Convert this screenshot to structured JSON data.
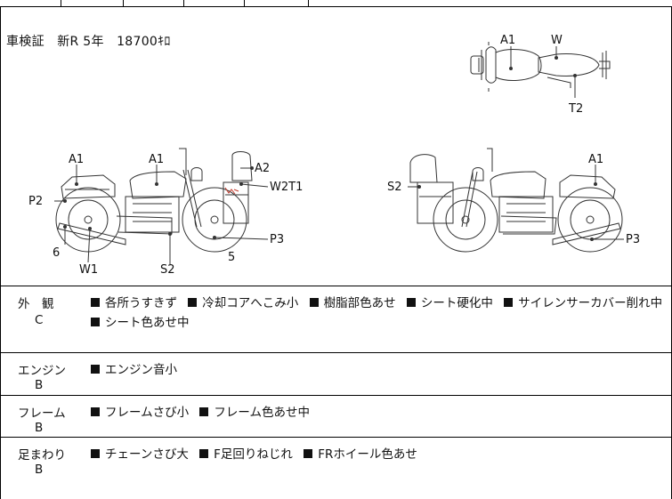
{
  "vehicle_info": "車検証　新R 5年　18700ｷﾛ",
  "diagram_labels": {
    "top_a1": "A1",
    "top_w": "W",
    "top_t2": "T2",
    "left_a1_rear": "A1",
    "left_a1_tank": "A1",
    "left_a2": "A2",
    "left_w2t1": "W2T1",
    "left_p2": "P2",
    "left_p3": "P3",
    "left_6": "6",
    "left_w1": "W1",
    "left_s2": "S2",
    "left_5": "5",
    "right_s2": "S2",
    "right_a1": "A1",
    "right_p3": "P3"
  },
  "sections": [
    {
      "label": "外　観",
      "grade": "C",
      "lines": [
        [
          "各所うすきず",
          "冷却コアへこみ小",
          "樹脂部色あせ",
          "シート硬化中",
          "サイレンサーカバー削れ中"
        ],
        [
          "シート色あせ中"
        ]
      ]
    },
    {
      "label": "エンジン",
      "grade": "B",
      "lines": [
        [
          "エンジン音小"
        ]
      ]
    },
    {
      "label": "フレーム",
      "grade": "B",
      "lines": [
        [
          "フレームさび小",
          "フレーム色あせ中"
        ]
      ]
    },
    {
      "label": "足まわり",
      "grade": "B",
      "lines": [
        [
          "チェーンさび大",
          "F足回りねじれ",
          "FRホイール色あせ"
        ]
      ]
    }
  ]
}
